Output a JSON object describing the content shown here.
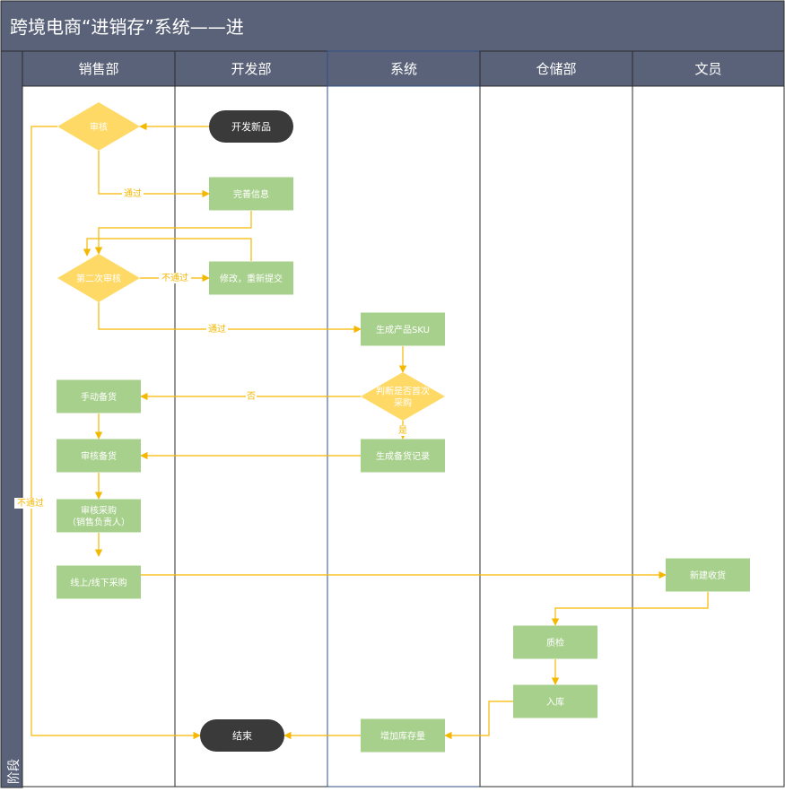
{
  "title": "跨境电商“进销存”系统——进",
  "phase_label": "阶段",
  "lanes": [
    {
      "id": "sales",
      "label": "销售部"
    },
    {
      "id": "dev",
      "label": "开发部"
    },
    {
      "id": "system",
      "label": "系统"
    },
    {
      "id": "warehouse",
      "label": "仓储部"
    },
    {
      "id": "clerk",
      "label": "文员"
    }
  ],
  "nodes": [
    {
      "id": "start",
      "shape": "terminal",
      "lines": [
        "开发新品"
      ]
    },
    {
      "id": "review",
      "shape": "decision",
      "lines": [
        "审核"
      ]
    },
    {
      "id": "complete_info",
      "shape": "process",
      "lines": [
        "完善信息"
      ]
    },
    {
      "id": "second_review",
      "shape": "decision",
      "lines": [
        "第二次审核"
      ]
    },
    {
      "id": "modify",
      "shape": "process",
      "lines": [
        "修改，重新提交"
      ]
    },
    {
      "id": "gen_sku",
      "shape": "process",
      "lines": [
        "生成产品SKU"
      ]
    },
    {
      "id": "first_purchase",
      "shape": "decision",
      "lines": [
        "判断是否首次",
        "采购"
      ]
    },
    {
      "id": "manual_stock",
      "shape": "process",
      "lines": [
        "手动备货"
      ]
    },
    {
      "id": "gen_stock_record",
      "shape": "process",
      "lines": [
        "生成备货记录"
      ]
    },
    {
      "id": "review_stock",
      "shape": "process",
      "lines": [
        "审核备货"
      ]
    },
    {
      "id": "review_purchase",
      "shape": "process",
      "lines": [
        "审核采购",
        "（销售负责人）"
      ]
    },
    {
      "id": "purchase",
      "shape": "process",
      "lines": [
        "线上/线下采购"
      ]
    },
    {
      "id": "new_receipt",
      "shape": "process",
      "lines": [
        "新建收货"
      ]
    },
    {
      "id": "qc",
      "shape": "process",
      "lines": [
        "质检"
      ]
    },
    {
      "id": "inbound",
      "shape": "process",
      "lines": [
        "入库"
      ]
    },
    {
      "id": "add_stock",
      "shape": "process",
      "lines": [
        "增加库存量"
      ]
    },
    {
      "id": "end",
      "shape": "terminal",
      "lines": [
        "结束"
      ]
    }
  ],
  "edges": [
    {
      "from": "start",
      "to": "review",
      "label": ""
    },
    {
      "from": "review",
      "to": "complete_info",
      "label": "通过"
    },
    {
      "from": "review",
      "to": "end",
      "label": "不通过"
    },
    {
      "from": "complete_info",
      "to": "second_review",
      "label": ""
    },
    {
      "from": "second_review",
      "to": "modify",
      "label": "不通过"
    },
    {
      "from": "modify",
      "to": "second_review",
      "label": ""
    },
    {
      "from": "second_review",
      "to": "gen_sku",
      "label": "通过"
    },
    {
      "from": "gen_sku",
      "to": "first_purchase",
      "label": ""
    },
    {
      "from": "first_purchase",
      "to": "manual_stock",
      "label": "否"
    },
    {
      "from": "first_purchase",
      "to": "gen_stock_record",
      "label": "是"
    },
    {
      "from": "manual_stock",
      "to": "review_stock",
      "label": ""
    },
    {
      "from": "gen_stock_record",
      "to": "review_stock",
      "label": ""
    },
    {
      "from": "review_stock",
      "to": "review_purchase",
      "label": ""
    },
    {
      "from": "review_purchase",
      "to": "purchase",
      "label": ""
    },
    {
      "from": "purchase",
      "to": "new_receipt",
      "label": ""
    },
    {
      "from": "new_receipt",
      "to": "qc",
      "label": ""
    },
    {
      "from": "qc",
      "to": "inbound",
      "label": ""
    },
    {
      "from": "inbound",
      "to": "add_stock",
      "label": ""
    },
    {
      "from": "add_stock",
      "to": "end",
      "label": ""
    }
  ],
  "colors": {
    "header": "#5a6279",
    "lane_header": "#5a6279",
    "lane_border": "#2b2b2b",
    "process": "#a8d08d",
    "decision": "#ffd966",
    "terminal": "#3a3a3a",
    "edge": "#f5b800"
  }
}
